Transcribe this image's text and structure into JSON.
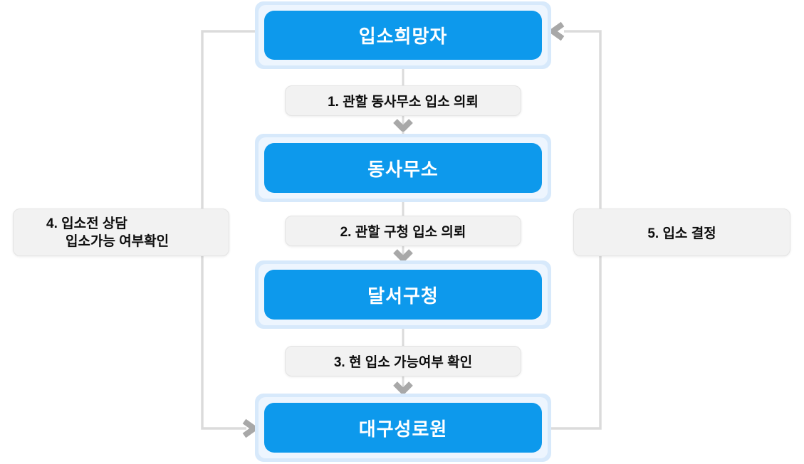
{
  "diagram": {
    "nodes": [
      {
        "id": "applicant",
        "label": "입소희망자"
      },
      {
        "id": "dong-office",
        "label": "동사무소"
      },
      {
        "id": "dalseo-district-office",
        "label": "달서구청"
      },
      {
        "id": "daegu-seongrowon",
        "label": "대구성로원"
      }
    ],
    "steps": [
      {
        "id": "step-1",
        "label": "1. 관할 동사무소 입소 의뢰",
        "from": "applicant",
        "to": "dong-office"
      },
      {
        "id": "step-2",
        "label": "2. 관할 구청 입소 의뢰",
        "from": "dong-office",
        "to": "dalseo-district-office"
      },
      {
        "id": "step-3",
        "label": "3. 현 입소 가능여부 확인",
        "from": "dalseo-district-office",
        "to": "daegu-seongrowon"
      },
      {
        "id": "step-4",
        "line1": "4. 입소전 상담",
        "line2": "입소가능 여부확인",
        "from": "applicant",
        "to": "daegu-seongrowon"
      },
      {
        "id": "step-5",
        "label": "5. 입소 결정",
        "from": "daegu-seongrowon",
        "to": "applicant"
      }
    ],
    "colors": {
      "node_fill": "#0d99ec",
      "node_glow_outer": "#d7e9fb",
      "node_glow_inner": "#edf5fe",
      "node_text": "#ffffff",
      "step_fill": "#f2f2f2",
      "step_border": "#e4e4e4",
      "step_text": "#0d0d0d",
      "line": "#dbdbdb",
      "arrow": "#a8a8a8"
    }
  }
}
